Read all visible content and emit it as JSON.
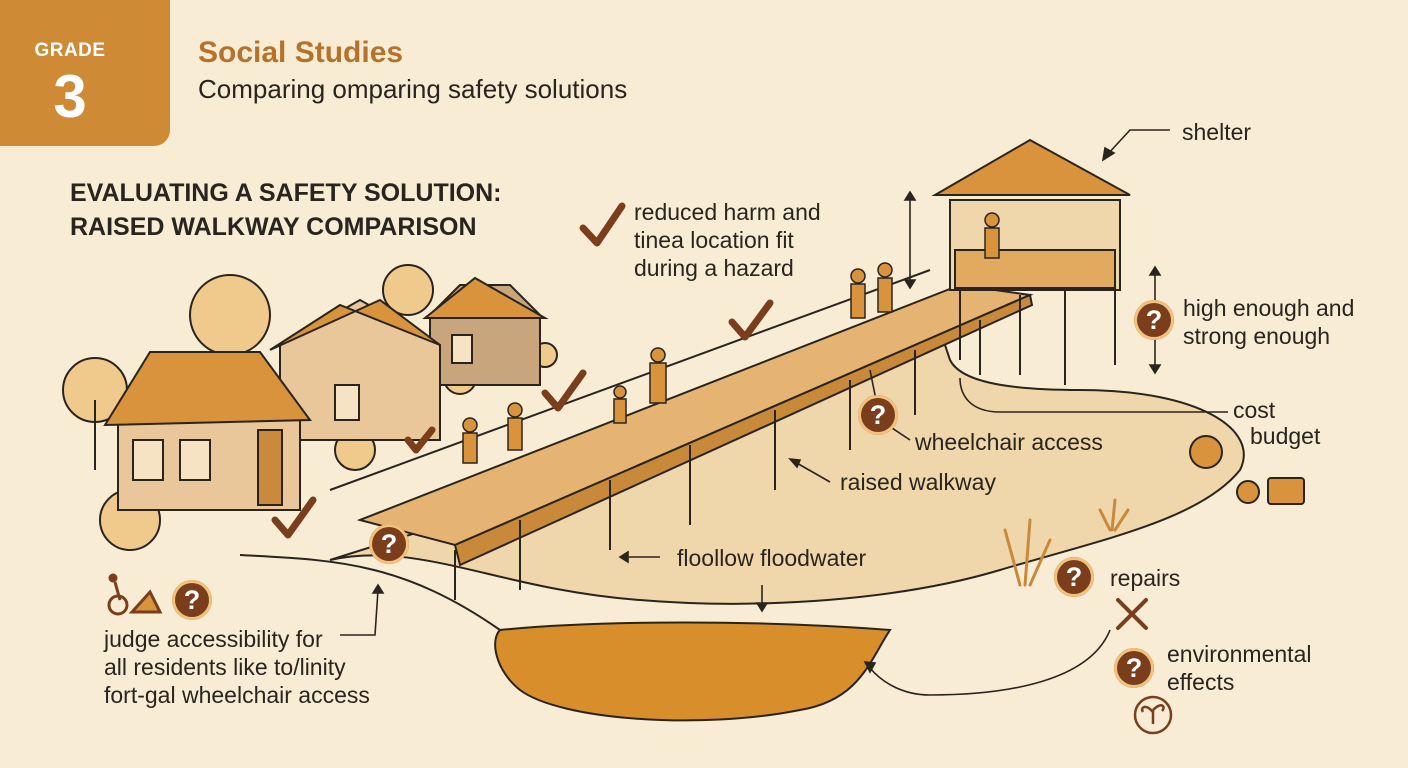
{
  "header": {
    "grade_label": "GRADE",
    "grade_number": "3",
    "subject": "Social Studies",
    "subtitle": "Comparing omparing safety solutions"
  },
  "title": {
    "line1": "EVALUATING A SAFETY SOLUTION:",
    "line2": "RAISED WALKWAY COMPARISON"
  },
  "labels": {
    "shelter": "shelter",
    "reduced_harm_1": "reduced harm and",
    "reduced_harm_2": "tinea location fit",
    "reduced_harm_3": "during a hazard",
    "high_strong_1": "high enough and",
    "high_strong_2": "strong enough",
    "cost": "cost",
    "budget": "budget",
    "wheelchair_access": "wheelchair access",
    "raised_walkway": "raised walkway",
    "floodwater": "floollow floodwater",
    "repairs": "repairs",
    "environmental_1": "environmental",
    "environmental_2": "effects",
    "judge_1": "judge accessibility for",
    "judge_2": "all residents like to/linity",
    "judge_3": "fort-gal wheelchair access"
  },
  "question_mark": "?",
  "icons": [
    "checkmark-icon",
    "question-icon",
    "wheelchair-icon",
    "money-bag-icon",
    "wallet-icon",
    "tools-icon",
    "plant-icon"
  ],
  "colors": {
    "background": "#f8ecd5",
    "accent_orange": "#cf8a36",
    "subject_brown": "#b6722b",
    "question_brown": "#7a3e1c",
    "ink": "#2a241e"
  }
}
